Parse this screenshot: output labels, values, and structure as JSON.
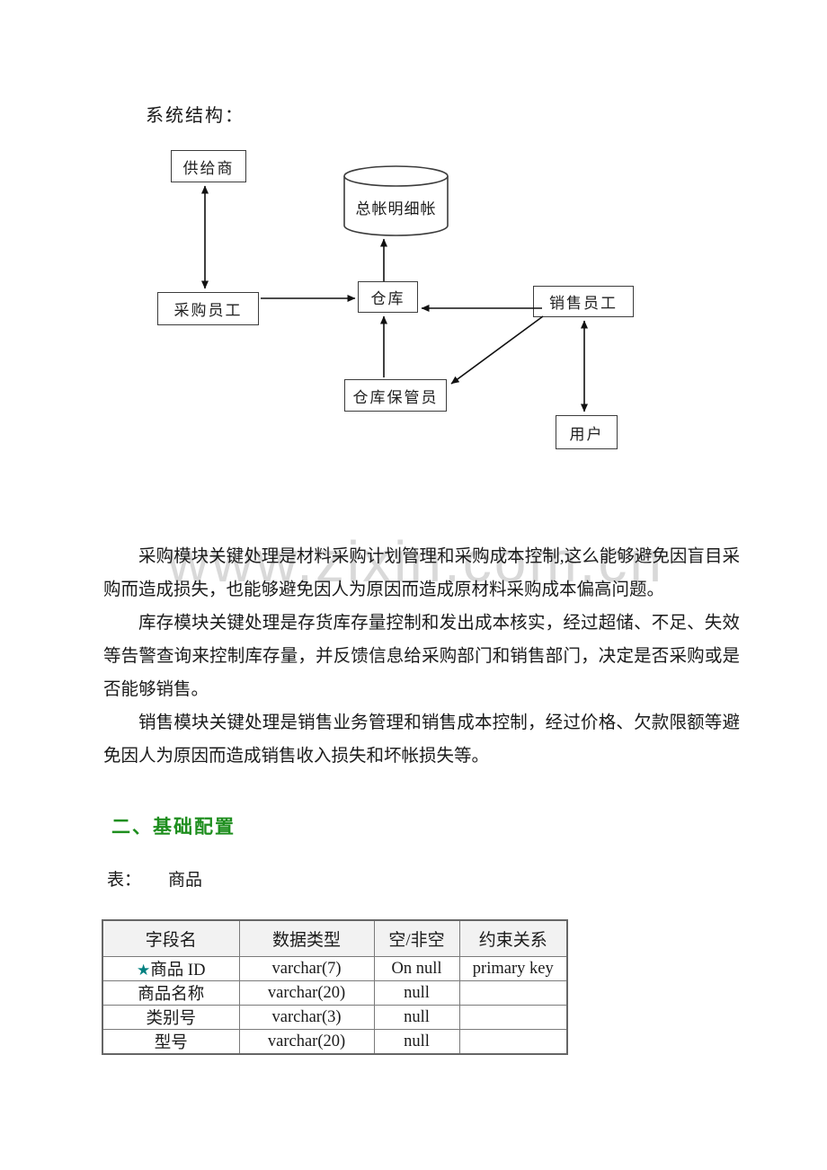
{
  "page_title": "系统结构：",
  "watermark": "www.zixin.com.cn",
  "diagram": {
    "supplier": "供给商",
    "ledger": "总帐明细帐",
    "purchasing_staff": "采购员工",
    "warehouse": "仓库",
    "sales_staff": "销售员工",
    "warehouse_keeper": "仓库保管员",
    "user": "用户"
  },
  "paragraphs": [
    "采购模块关键处理是材料采购计划管理和采购成本控制,这么能够避免因盲目采购而造成损失，也能够避免因人为原因而造成原材料采购成本偏高问题。",
    "库存模块关键处理是存货库存量控制和发出成本核实，经过超储、不足、失效等告警查询来控制库存量，并反馈信息给采购部门和销售部门，决定是否采购或是否能够销售。",
    "销售模块关键处理是销售业务管理和销售成本控制，经过价格、欠款限额等避免因人为原因而造成销售收入损失和坏帐损失等。"
  ],
  "section_heading": "二、基础配置",
  "table_caption": {
    "label": "表：",
    "name": "商品"
  },
  "field_table": {
    "headers": [
      "字段名",
      "数据类型",
      "空/非空",
      "约束关系"
    ],
    "rows": [
      {
        "star": "★",
        "field": "商品 ID",
        "datatype": "varchar(7)",
        "nullable": "On null",
        "constraint": "primary key"
      },
      {
        "star": "",
        "field": "商品名称",
        "datatype": "varchar(20)",
        "nullable": "null",
        "constraint": ""
      },
      {
        "star": "",
        "field": "类别号",
        "datatype": "varchar(3)",
        "nullable": "null",
        "constraint": ""
      },
      {
        "star": "",
        "field": "型号",
        "datatype": "varchar(20)",
        "nullable": "null",
        "constraint": ""
      }
    ]
  },
  "colors": {
    "heading_green": "#1e8e1e",
    "star_teal": "#008080",
    "watermark_gray": "#d9d9d9"
  }
}
